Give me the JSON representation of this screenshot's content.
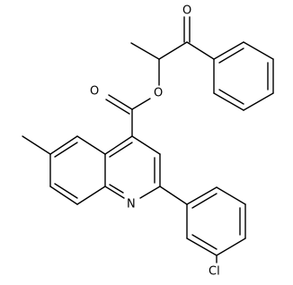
{
  "molecule": {
    "atoms": {
      "o_ketone": "O",
      "o_ester_ring": "O",
      "o_carbonyl": "O",
      "n_quinoline": "N",
      "cl": "Cl"
    },
    "colors": {
      "bond": "#000000",
      "label": "#000000",
      "background": "#ffffff"
    }
  }
}
